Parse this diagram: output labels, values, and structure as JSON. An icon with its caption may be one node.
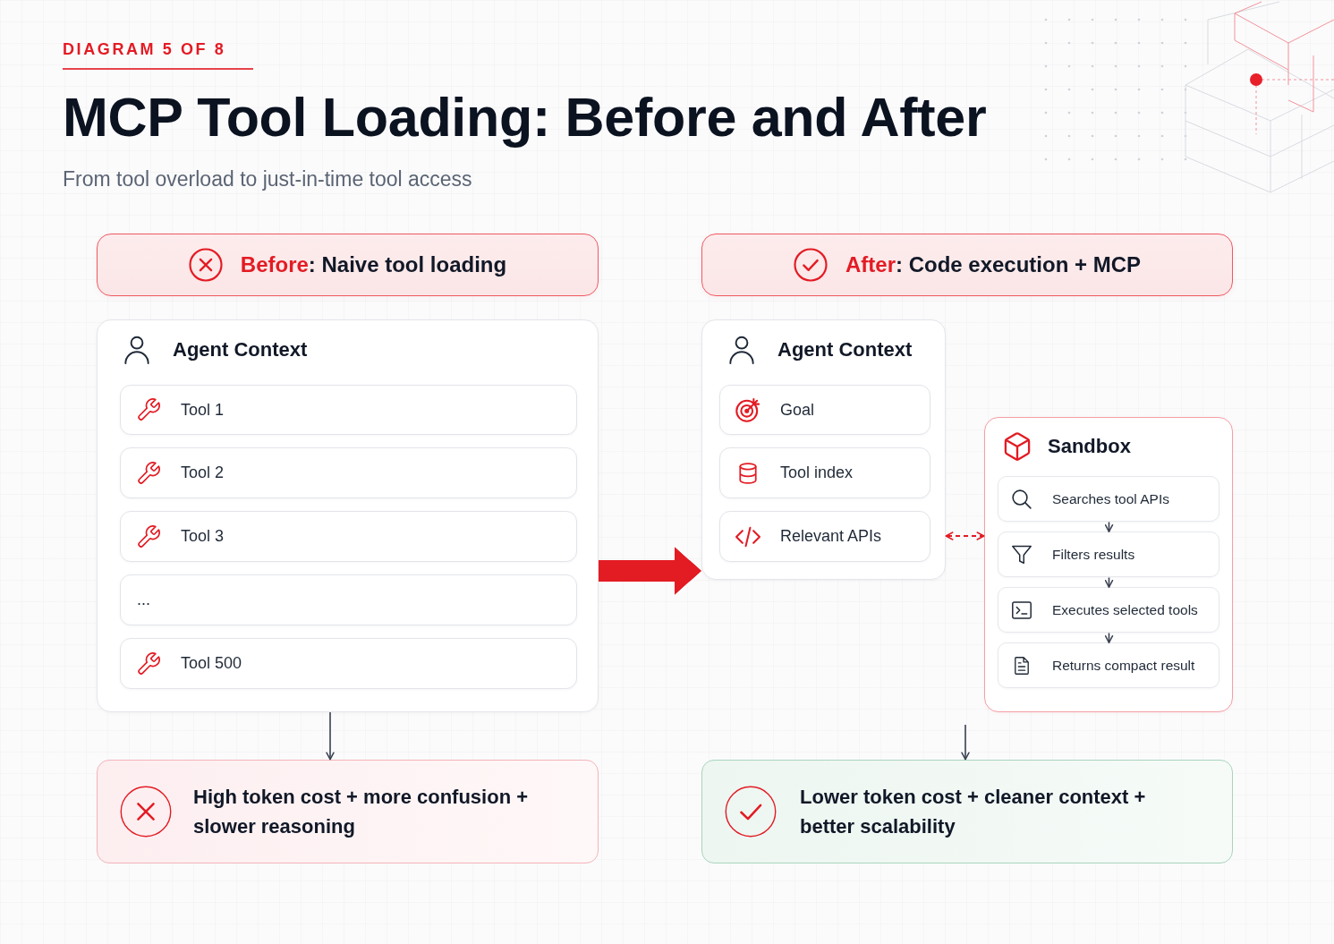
{
  "diagram": {
    "title": "MCP Tool Loading: Before and After",
    "caption": "From tool overload to just-in-time tool access",
    "nodes": [
      {
        "text": [
          "**Before**: Naive tool loading"
        ]
      },
      {
        "text": [
          "Agent Context"
        ]
      },
      {
        "text": [
          "Tool 1"
        ],
        "in": 1
      },
      {
        "text": [
          "Tool 2"
        ],
        "in": 1
      },
      {
        "text": [
          "Tool 3"
        ],
        "in": 1
      },
      {
        "text": [
          "..."
        ],
        "in": 1
      },
      {
        "text": [
          "Tool 500"
        ],
        "in": 1
      },
      {
        "text": [
          "High token cost + more confusion + slower reasoning"
        ]
      },
      {
        "text": [
          "**After**: Code execution + MCP"
        ]
      },
      {
        "text": [
          "Agent Context"
        ]
      },
      {
        "text": [
          "Goal"
        ],
        "in": 9
      },
      {
        "text": [
          "Tool index"
        ],
        "in": 9
      },
      {
        "text": [
          "Relevant APIs"
        ],
        "in": 9
      },
      {
        "text": [
          "Sandbox"
        ]
      },
      {
        "text": [
          "Searches tool APIs"
        ],
        "in": 13
      },
      {
        "text": [
          "Filters results"
        ],
        "in": 13
      },
      {
        "text": [
          "Executes selected tools"
        ],
        "in": 13
      },
      {
        "text": [
          "Returns compact result"
        ],
        "in": 13
      },
      {
        "text": [
          "Lower token cost + cleaner context + better scalability"
        ]
      }
    ],
    "edges": [
      {
        "from": 1,
        "to": 7,
        "arrow": "to"
      },
      {
        "from": 1,
        "to": 9,
        "arrow": "to",
        "style": "thick",
        "color": "#e31b23"
      },
      {
        "from": 9,
        "to": 13,
        "arrow": "both",
        "style": "dashed",
        "color": "#e31b23"
      },
      {
        "from": 14,
        "to": 15,
        "arrow": "to"
      },
      {
        "from": 15,
        "to": 16,
        "arrow": "to"
      },
      {
        "from": 16,
        "to": 17,
        "arrow": "to"
      },
      {
        "from": null,
        "to": 18,
        "arrow": "to"
      }
    ],
    "labels": [
      "DIAGRAM 5 OF 8"
    ]
  }
}
